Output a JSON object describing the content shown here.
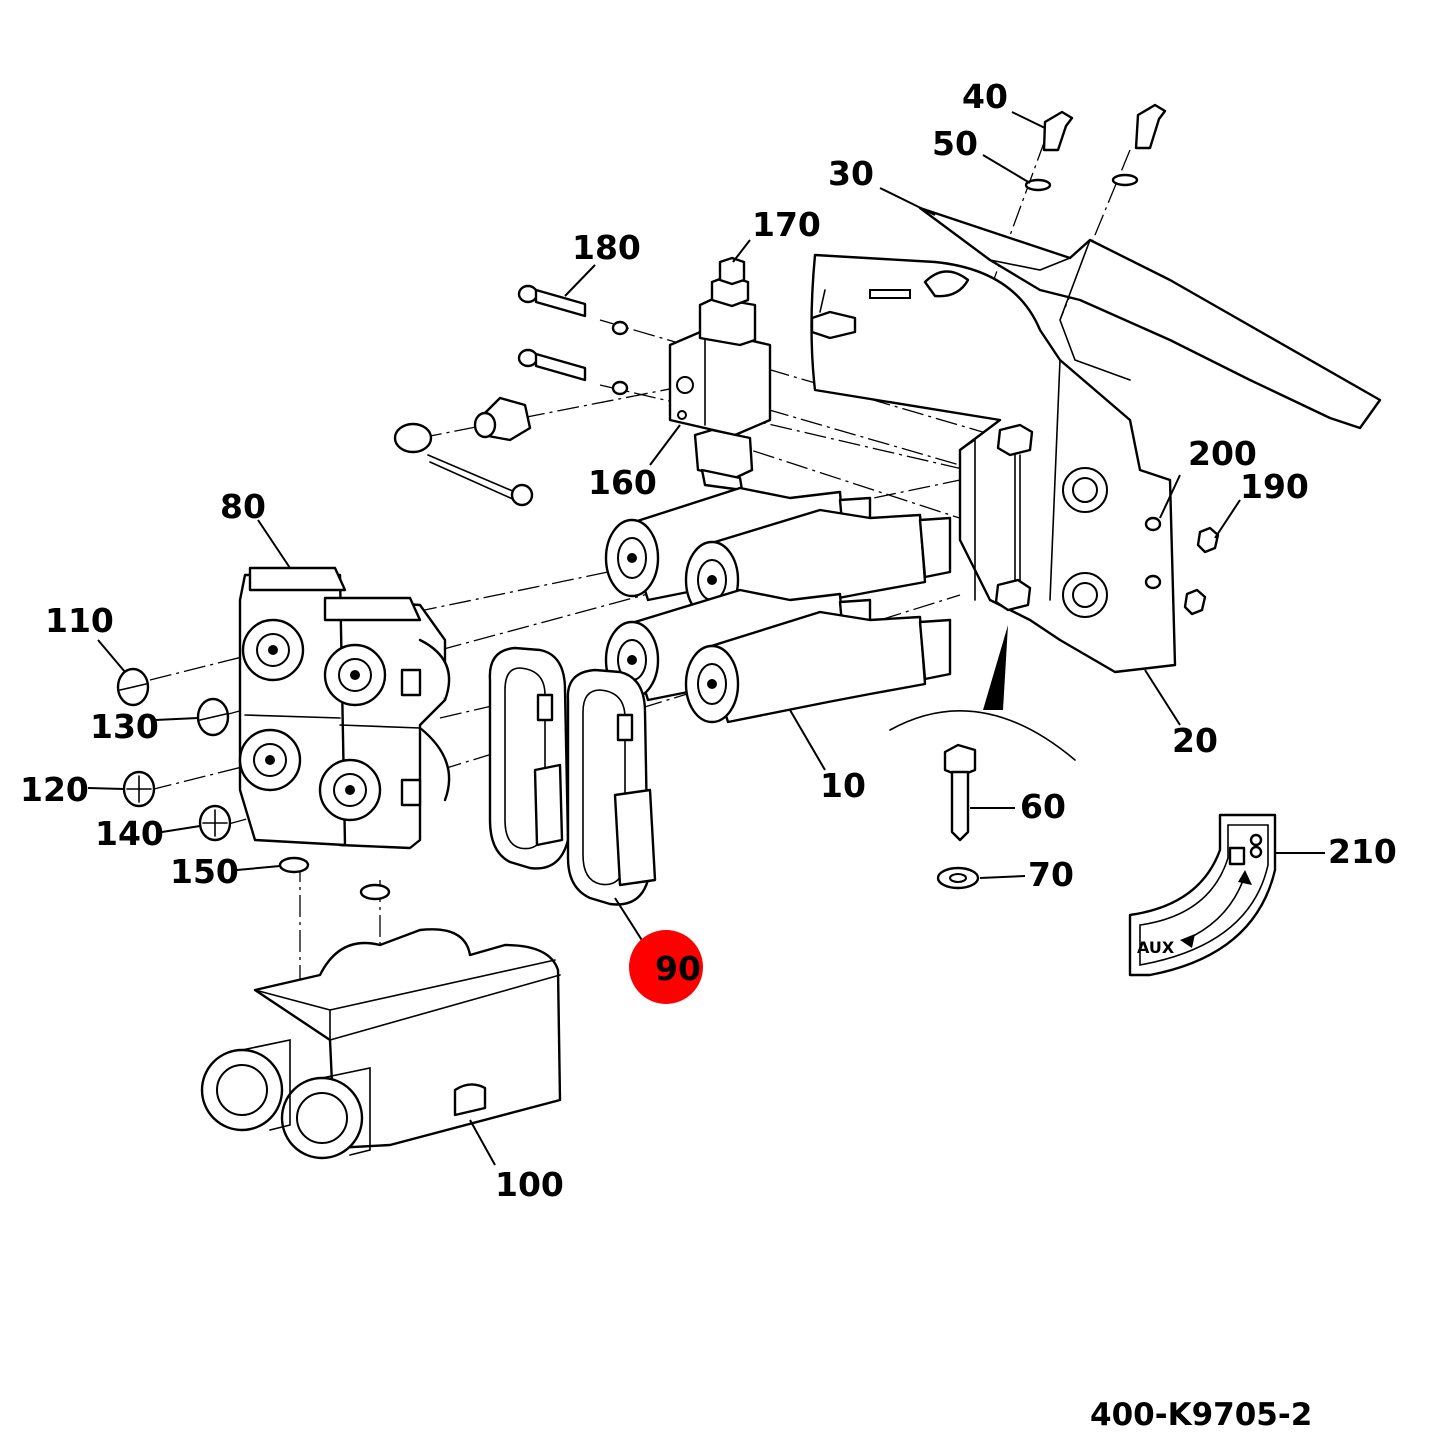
{
  "drawing_number": "400-K9705-2",
  "highlight_color": "#ff0000",
  "label_color": "#000000",
  "decal_text": "AUX",
  "callouts": [
    {
      "id": "10",
      "text": "10"
    },
    {
      "id": "20",
      "text": "20"
    },
    {
      "id": "30",
      "text": "30"
    },
    {
      "id": "40",
      "text": "40"
    },
    {
      "id": "50",
      "text": "50"
    },
    {
      "id": "60",
      "text": "60"
    },
    {
      "id": "70",
      "text": "70"
    },
    {
      "id": "80",
      "text": "80"
    },
    {
      "id": "90",
      "text": "90",
      "highlighted": true
    },
    {
      "id": "100",
      "text": "100"
    },
    {
      "id": "110",
      "text": "110"
    },
    {
      "id": "120",
      "text": "120"
    },
    {
      "id": "130",
      "text": "130"
    },
    {
      "id": "140",
      "text": "140"
    },
    {
      "id": "150",
      "text": "150"
    },
    {
      "id": "160",
      "text": "160"
    },
    {
      "id": "170",
      "text": "170"
    },
    {
      "id": "180",
      "text": "180"
    },
    {
      "id": "190",
      "text": "190"
    },
    {
      "id": "200",
      "text": "200"
    },
    {
      "id": "210",
      "text": "210"
    }
  ]
}
